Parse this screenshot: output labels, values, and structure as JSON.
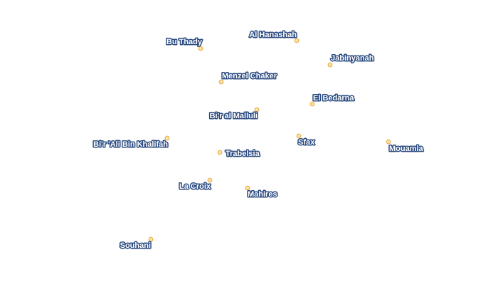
{
  "map": {
    "marker_fill": "#fbe3b0",
    "marker_stroke": "#e7b24a",
    "label_color": "#ffffff",
    "label_halo": "#2a4a80",
    "places": [
      {
        "id": "bu-thady",
        "name": "Bu Thady"
      },
      {
        "id": "al-hanashah",
        "name": "Al Hanashah"
      },
      {
        "id": "jabinyanah",
        "name": "Jabinyanah"
      },
      {
        "id": "menzel-chaker",
        "name": "Menzel Chaker"
      },
      {
        "id": "el-bedarna",
        "name": "El Bedarna"
      },
      {
        "id": "bir-al-malluli",
        "name": "Bi'r al Malluli"
      },
      {
        "id": "bir-ali-bin-khalifah",
        "name": "Bi'r 'Ali Bin Khalifah"
      },
      {
        "id": "sfax",
        "name": "Sfax"
      },
      {
        "id": "mouamla",
        "name": "Mouamla"
      },
      {
        "id": "trabelsia",
        "name": "Trabelsia"
      },
      {
        "id": "la-croix",
        "name": "La Croix"
      },
      {
        "id": "mahires",
        "name": "Mahires"
      },
      {
        "id": "souhani",
        "name": "Souhani"
      }
    ]
  }
}
